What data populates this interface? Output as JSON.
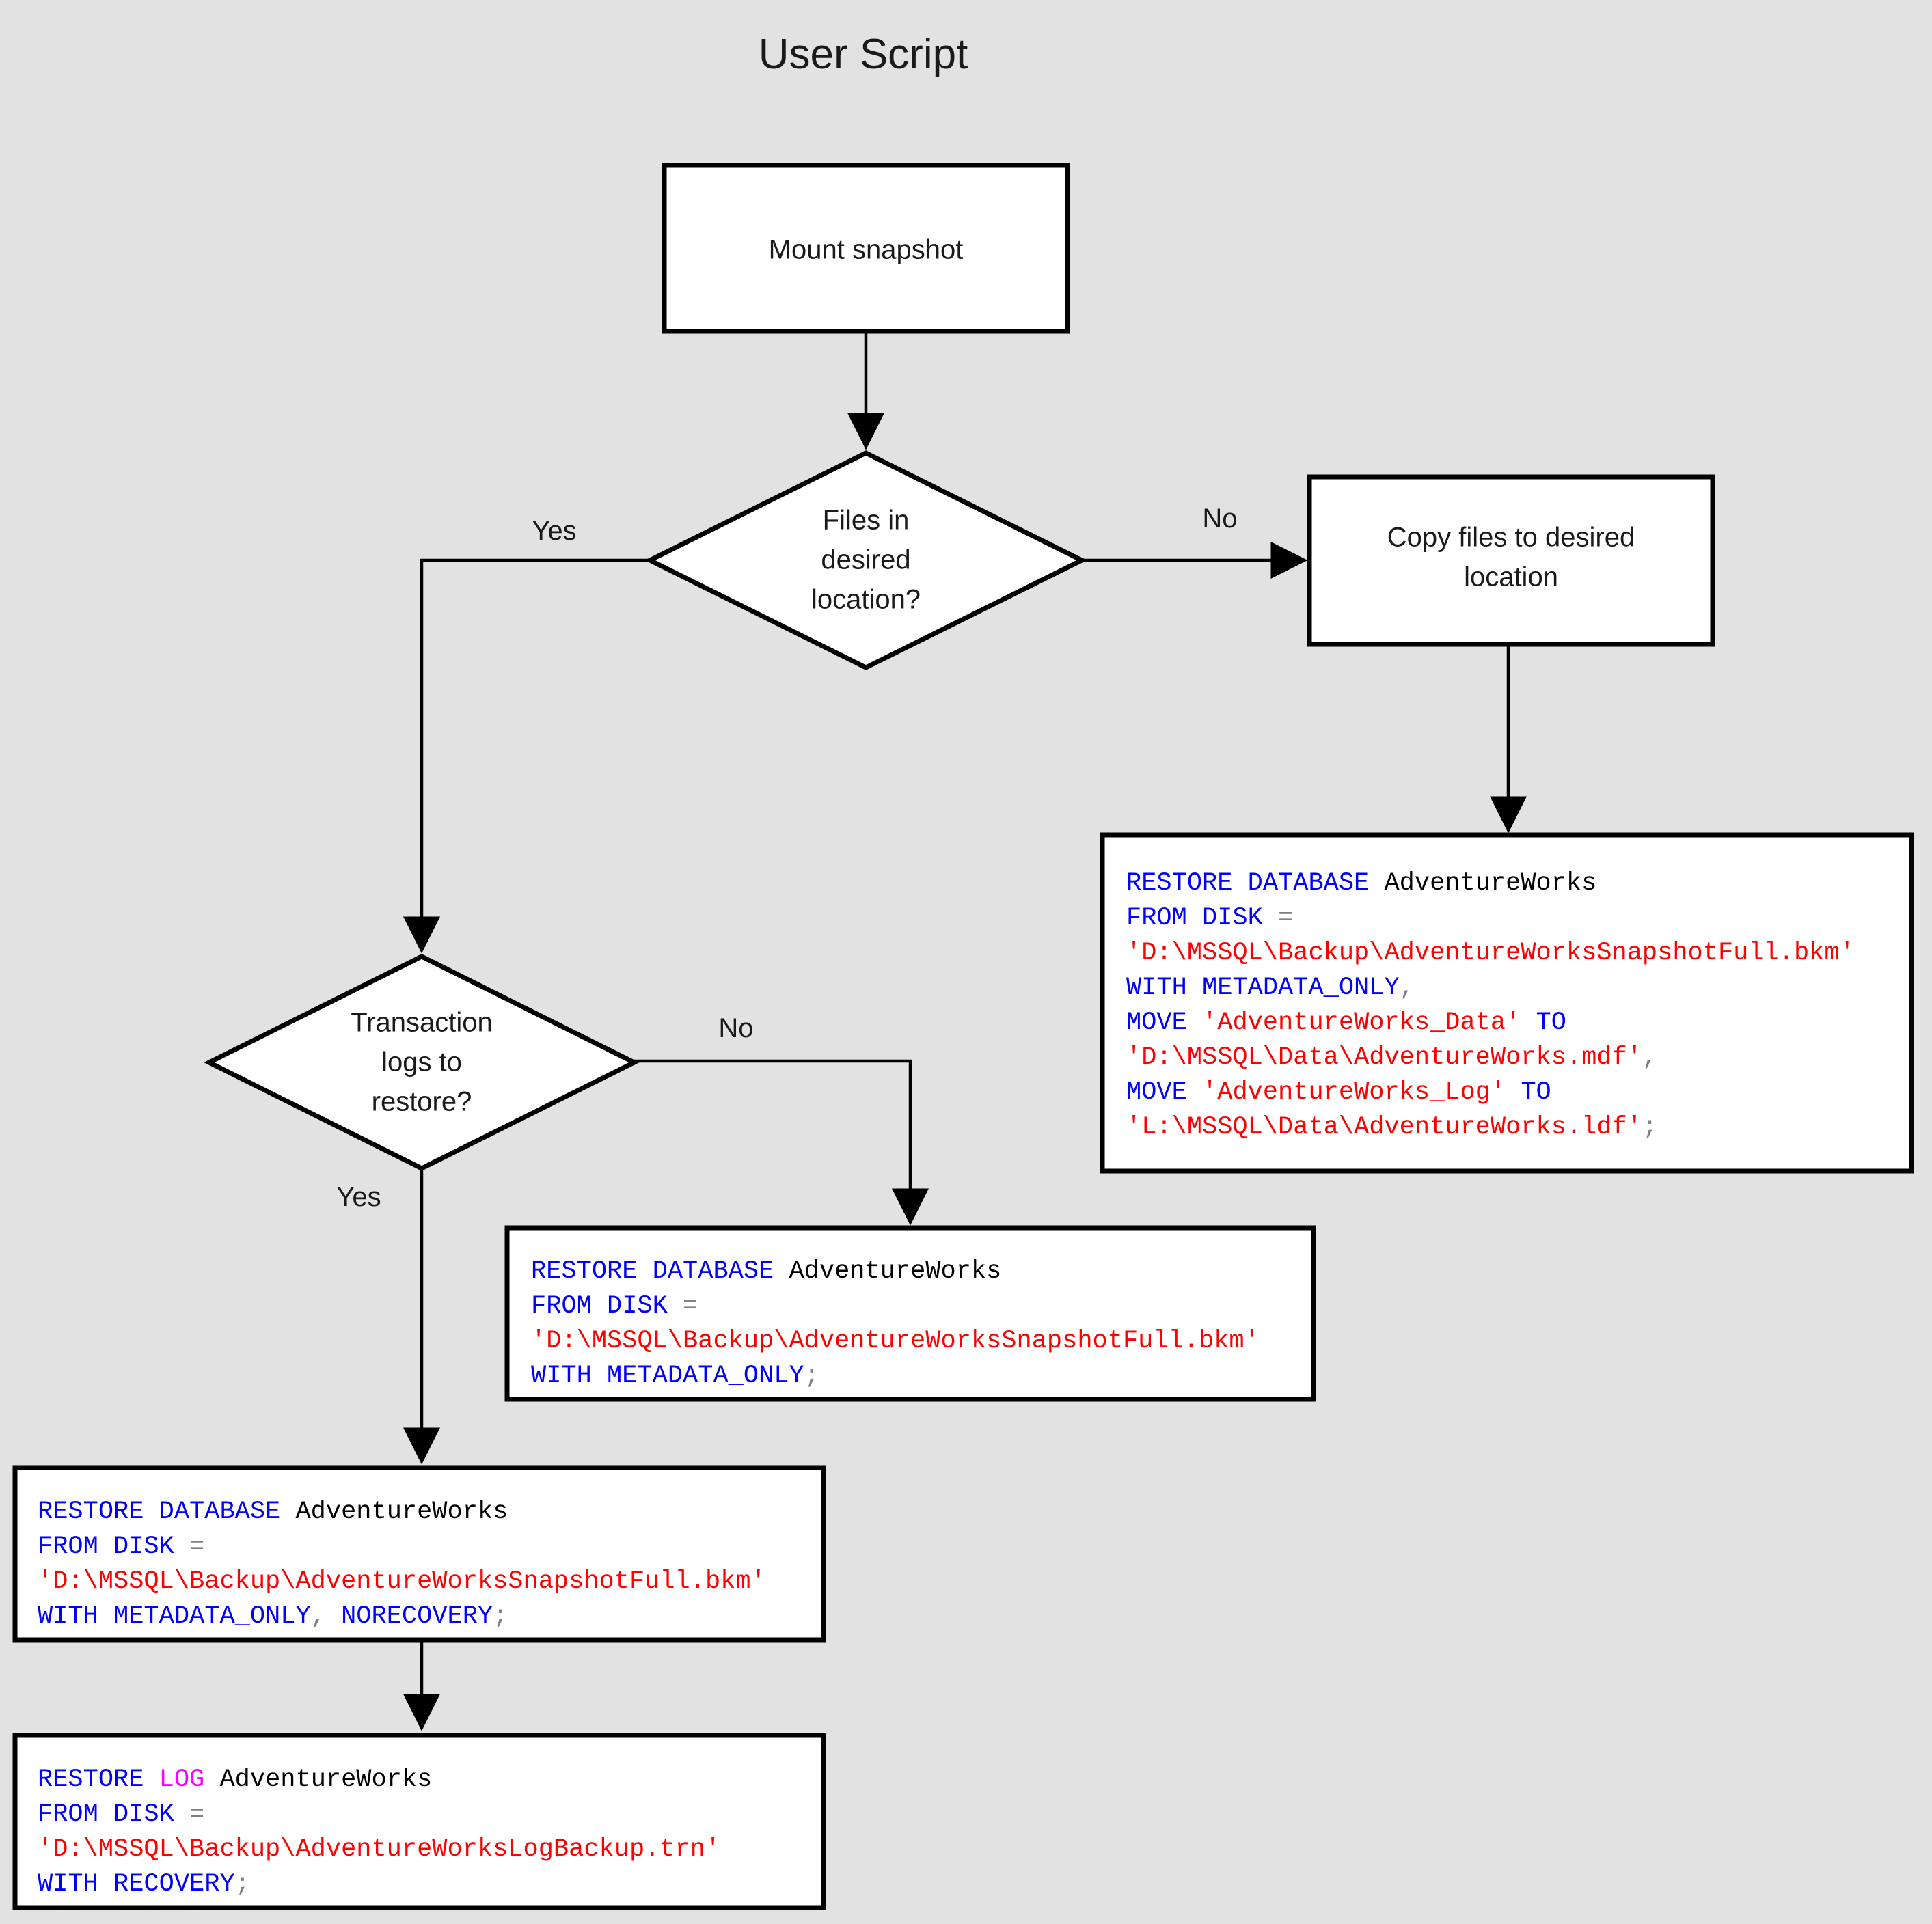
{
  "title": "User Script",
  "background_color": "#e2e2e2",
  "colors": {
    "keyword": "#0000ff",
    "keyword_alt": "#ff00ff",
    "string": "#ff0000",
    "identifier": "#000000",
    "punctuation": "#808080",
    "node_fill": "#ffffff",
    "node_stroke": "#000000"
  },
  "nodes": {
    "mount_snapshot": {
      "label": "Mount snapshot",
      "shape": "rectangle"
    },
    "files_in_location": {
      "label_lines": [
        "Files in",
        "desired",
        "location?"
      ],
      "shape": "diamond"
    },
    "copy_files": {
      "label_lines": [
        "Copy files to desired",
        "location"
      ],
      "shape": "rectangle"
    },
    "txn_logs": {
      "label_lines": [
        "Transaction",
        "logs to",
        "restore?"
      ],
      "shape": "diamond"
    }
  },
  "edge_labels": {
    "files_yes": "Yes",
    "files_no": "No",
    "logs_no": "No",
    "logs_yes": "Yes"
  },
  "code_blocks": {
    "restore_with_move": {
      "name": "restore-database-with-move",
      "lines": [
        [
          {
            "t": "RESTORE DATABASE ",
            "c": "kw"
          },
          {
            "t": "AdventureWorks",
            "c": "idn"
          }
        ],
        [
          {
            "t": "FROM DISK ",
            "c": "kw"
          },
          {
            "t": "=",
            "c": "pun"
          }
        ],
        [
          {
            "t": "'D:\\MSSQL\\Backup\\AdventureWorksSnapshotFull.bkm'",
            "c": "str"
          }
        ],
        [
          {
            "t": "WITH METADATA_ONLY",
            "c": "kw"
          },
          {
            "t": ",",
            "c": "pun"
          }
        ],
        [
          {
            "t": "MOVE ",
            "c": "kw"
          },
          {
            "t": "'AdventureWorks_Data'",
            "c": "str"
          },
          {
            "t": " TO",
            "c": "kw"
          }
        ],
        [
          {
            "t": "'D:\\MSSQL\\Data\\AdventureWorks.mdf'",
            "c": "str"
          },
          {
            "t": ",",
            "c": "pun"
          }
        ],
        [
          {
            "t": "MOVE ",
            "c": "kw"
          },
          {
            "t": "'AdventureWorks_Log'",
            "c": "str"
          },
          {
            "t": " TO",
            "c": "kw"
          }
        ],
        [
          {
            "t": "'L:\\MSSQL\\Data\\AdventureWorks.ldf'",
            "c": "str"
          },
          {
            "t": ";",
            "c": "pun"
          }
        ]
      ]
    },
    "restore_metadata_only": {
      "name": "restore-database-metadata-only",
      "lines": [
        [
          {
            "t": "RESTORE DATABASE ",
            "c": "kw"
          },
          {
            "t": "AdventureWorks",
            "c": "idn"
          }
        ],
        [
          {
            "t": "FROM DISK ",
            "c": "kw"
          },
          {
            "t": "=",
            "c": "pun"
          }
        ],
        [
          {
            "t": "'D:\\MSSQL\\Backup\\AdventureWorksSnapshotFull.bkm'",
            "c": "str"
          }
        ],
        [
          {
            "t": "WITH METADATA_ONLY",
            "c": "kw"
          },
          {
            "t": ";",
            "c": "pun"
          }
        ]
      ]
    },
    "restore_norecovery": {
      "name": "restore-database-norecovery",
      "lines": [
        [
          {
            "t": "RESTORE DATABASE ",
            "c": "kw"
          },
          {
            "t": "AdventureWorks",
            "c": "idn"
          }
        ],
        [
          {
            "t": "FROM DISK ",
            "c": "kw"
          },
          {
            "t": "=",
            "c": "pun"
          }
        ],
        [
          {
            "t": "'D:\\MSSQL\\Backup\\AdventureWorksSnapshotFull.bkm'",
            "c": "str"
          }
        ],
        [
          {
            "t": "WITH METADATA_ONLY",
            "c": "kw"
          },
          {
            "t": ",",
            "c": "pun"
          },
          {
            "t": " NORECOVERY",
            "c": "kw"
          },
          {
            "t": ";",
            "c": "pun"
          }
        ]
      ]
    },
    "restore_log": {
      "name": "restore-log-with-recovery",
      "lines": [
        [
          {
            "t": "RESTORE ",
            "c": "kw"
          },
          {
            "t": "LOG",
            "c": "kw2"
          },
          {
            "t": " AdventureWorks",
            "c": "idn"
          }
        ],
        [
          {
            "t": "FROM DISK ",
            "c": "kw"
          },
          {
            "t": "=",
            "c": "pun"
          }
        ],
        [
          {
            "t": "'D:\\MSSQL\\Backup\\AdventureWorksLogBackup.trn'",
            "c": "str"
          }
        ],
        [
          {
            "t": "WITH RECOVERY",
            "c": "kw"
          },
          {
            "t": ";",
            "c": "pun"
          }
        ]
      ]
    }
  }
}
